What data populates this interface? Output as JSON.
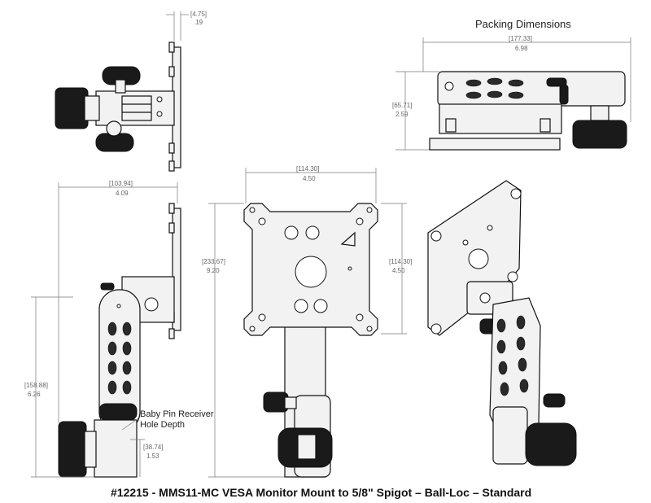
{
  "title": "#12215 - MMS11-MC VESA Monitor Mount to 5/8\" Spigot – Ball-Loc – Standard",
  "packing": {
    "heading": "Packing Dimensions",
    "width_mm": "[177.33]",
    "width_in": "6.98",
    "height_mm": "[65.71]",
    "height_in": "2.59"
  },
  "side_view": {
    "plate_thickness_mm": "[4.75]",
    "plate_thickness_in": ".19"
  },
  "left_view": {
    "width_mm": "[103.94]",
    "width_in": "4.09",
    "height_mm": "[158.88]",
    "height_in": "6.26",
    "callout": [
      "Baby Pin Receiver",
      "Hole Depth"
    ],
    "depth_mm": "[38.74]",
    "depth_in": "1.53"
  },
  "front_view": {
    "width_mm": "[114.30]",
    "width_in": "4.50",
    "height_mm": "[233.67]",
    "height_in": "9.20",
    "vesa_mm": "[114.30]",
    "vesa_in": "4.50"
  },
  "colors": {
    "line": "#111111",
    "dimension": "#777777",
    "part_fill": "#f2f2f2",
    "knob": "#1a1a1a"
  }
}
